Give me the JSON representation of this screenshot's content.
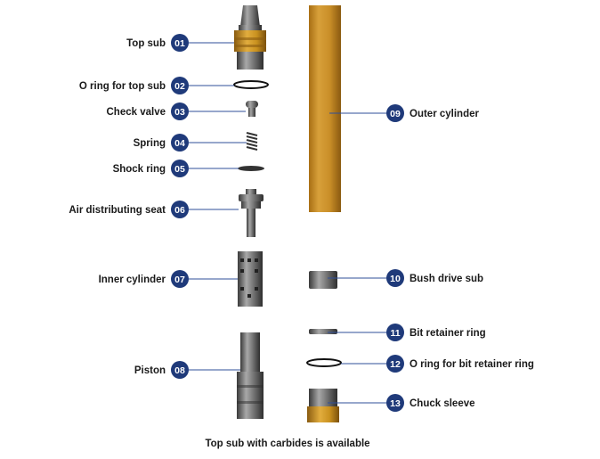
{
  "colors": {
    "badge": "#1f3a7a",
    "leader": "#2f4f9a",
    "metal_light": "#9a9a9a",
    "metal_dark": "#3e3e3e",
    "brass": "#c9911f",
    "outer_cylinder": "#c98e28"
  },
  "parts": [
    {
      "num": "01",
      "label": "Top sub"
    },
    {
      "num": "02",
      "label": "O ring for top sub"
    },
    {
      "num": "03",
      "label": "Check valve"
    },
    {
      "num": "04",
      "label": "Spring"
    },
    {
      "num": "05",
      "label": "Shock ring"
    },
    {
      "num": "06",
      "label": "Air distributing seat"
    },
    {
      "num": "07",
      "label": "Inner cylinder"
    },
    {
      "num": "08",
      "label": "Piston"
    },
    {
      "num": "09",
      "label": "Outer cylinder"
    },
    {
      "num": "10",
      "label": "Bush drive sub"
    },
    {
      "num": "11",
      "label": "Bit retainer ring"
    },
    {
      "num": "12",
      "label": "O ring for bit retainer ring"
    },
    {
      "num": "13",
      "label": "Chuck sleeve"
    }
  ],
  "footnote": "Top sub with carbides is available"
}
